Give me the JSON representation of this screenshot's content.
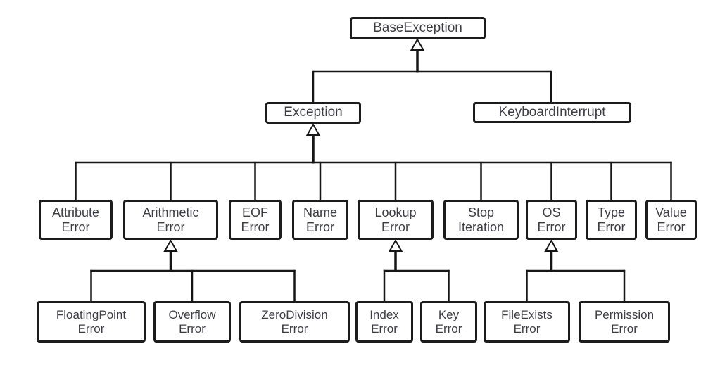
{
  "diagram": {
    "kind": "class-inheritance-tree",
    "arrowhead_style": "hollow-triangle-up",
    "colors": {
      "line": "#161616",
      "box_border": "#1c1c1c",
      "text": "#3d3d46",
      "background": "#ffffff"
    },
    "nodes": {
      "base_exception": {
        "label": "BaseException"
      },
      "exception": {
        "label": "Exception"
      },
      "keyboard_interrupt": {
        "label": "KeyboardInterrupt"
      },
      "attribute_error": {
        "label": "Attribute\nError"
      },
      "arithmetic_error": {
        "label": "Arithmetic\nError"
      },
      "eof_error": {
        "label": "EOF\nError"
      },
      "name_error": {
        "label": "Name\nError"
      },
      "lookup_error": {
        "label": "Lookup\nError"
      },
      "stop_iteration": {
        "label": "Stop\nIteration"
      },
      "os_error": {
        "label": "OS\nError"
      },
      "type_error": {
        "label": "Type\nError"
      },
      "value_error": {
        "label": "Value\nError"
      },
      "floating_point_error": {
        "label": "FloatingPoint\nError"
      },
      "overflow_error": {
        "label": "Overflow\nError"
      },
      "zero_division_error": {
        "label": "ZeroDivision\nError"
      },
      "index_error": {
        "label": "Index\nError"
      },
      "key_error": {
        "label": "Key\nError"
      },
      "file_exists_error": {
        "label": "FileExists\nError"
      },
      "permission_error": {
        "label": "Permission\nError"
      }
    },
    "hierarchy": {
      "BaseException": [
        "Exception",
        "KeyboardInterrupt"
      ],
      "Exception": [
        "AttributeError",
        "ArithmeticError",
        "EOFError",
        "NameError",
        "LookupError",
        "StopIteration",
        "OSError",
        "TypeError",
        "ValueError"
      ],
      "ArithmeticError": [
        "FloatingPointError",
        "OverflowError",
        "ZeroDivisionError"
      ],
      "LookupError": [
        "IndexError",
        "KeyError"
      ],
      "OSError": [
        "FileExistsError",
        "PermissionError"
      ]
    }
  }
}
